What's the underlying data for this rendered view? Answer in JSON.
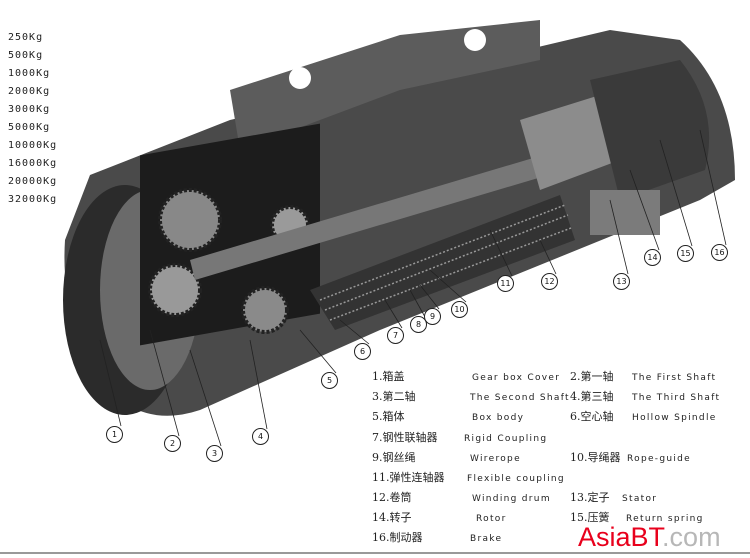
{
  "capacities": [
    "250Kg",
    "500Kg",
    "1000Kg",
    "2000Kg",
    "3000Kg",
    "5000Kg",
    "10000Kg",
    "16000Kg",
    "20000Kg",
    "32000Kg"
  ],
  "callouts": [
    "1",
    "2",
    "3",
    "4",
    "5",
    "6",
    "7",
    "8",
    "9",
    "10",
    "11",
    "12",
    "13",
    "14",
    "15",
    "16"
  ],
  "legend": [
    {
      "zh": "1.箱盖",
      "en": "Gear box Cover"
    },
    {
      "zh": "2.第一轴",
      "en": "The First Shaft"
    },
    {
      "zh": "3.第二轴",
      "en": "The Second Shaft"
    },
    {
      "zh": "4.第三轴",
      "en": "The Third Shaft"
    },
    {
      "zh": "5.箱体",
      "en": "Box body"
    },
    {
      "zh": "6.空心轴",
      "en": "Hollow Spindle"
    },
    {
      "zh": "7.钢性联轴器",
      "en": "Rigid Coupling"
    },
    {
      "zh": "9.钢丝绳",
      "en": "Wirerope"
    },
    {
      "zh": "10.导绳器",
      "en": "Rope-guide"
    },
    {
      "zh": "11.弹性连轴器",
      "en": "Flexible coupling"
    },
    {
      "zh": "12.卷筒",
      "en": "Winding drum"
    },
    {
      "zh": "13.定子",
      "en": "Stator"
    },
    {
      "zh": "14.转子",
      "en": "Rotor"
    },
    {
      "zh": "15.压簧",
      "en": "Return spring"
    },
    {
      "zh": "16.制动器",
      "en": "Brake"
    }
  ],
  "brand": {
    "name": "AsiaBT",
    "suffix": ".com",
    "color": "#e8001c"
  }
}
